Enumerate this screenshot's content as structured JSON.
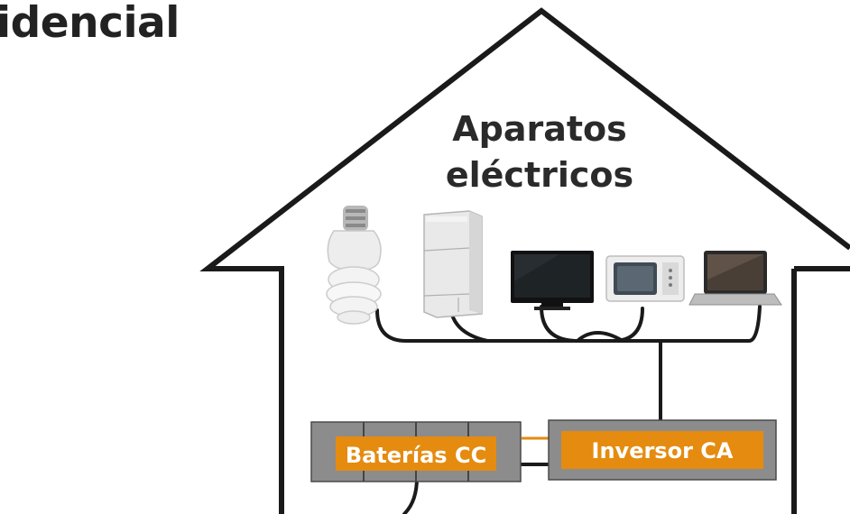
{
  "title": "idencial",
  "house": {
    "appliances_heading_line1": "Aparatos",
    "appliances_heading_line2": "eléctricos"
  },
  "appliances": [
    {
      "name": "lightbulb-icon"
    },
    {
      "name": "refrigerator-icon"
    },
    {
      "name": "television-icon"
    },
    {
      "name": "microwave-icon"
    },
    {
      "name": "laptop-icon"
    }
  ],
  "battery": {
    "label": "Baterías CC"
  },
  "inverter": {
    "label": "Inversor CA"
  },
  "colors": {
    "accent_orange": "#e58b0f",
    "box_gray": "#8c8c8c",
    "outline": "#1a1a1a",
    "text_dark": "#222222"
  }
}
